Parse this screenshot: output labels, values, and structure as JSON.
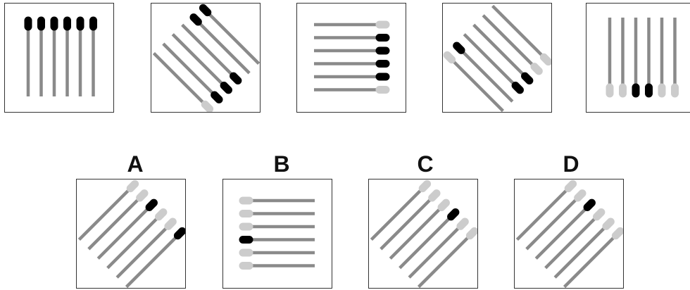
{
  "colors": {
    "stick": "#8a8a8a",
    "dark": "#000000",
    "light": "#cccccc",
    "border": "#333333"
  },
  "sequence": [
    {
      "orientation": "vertical",
      "head_end": "top",
      "heads": [
        "dark",
        "dark",
        "dark",
        "dark",
        "dark",
        "dark"
      ]
    },
    {
      "orientation": "diagonal-down",
      "head_end": "bottom-left",
      "heads": [
        "light",
        "dark",
        "dark",
        "dark",
        "dark",
        "dark"
      ]
    },
    {
      "orientation": "horizontal",
      "head_end": "right",
      "heads": [
        "light",
        "dark",
        "dark",
        "dark",
        "dark",
        "light"
      ]
    },
    {
      "orientation": "diagonal-down",
      "head_end": "top-right",
      "heads": [
        "light",
        "dark",
        "dark",
        "dark",
        "light",
        "light"
      ]
    },
    {
      "orientation": "vertical",
      "head_end": "bottom",
      "heads": [
        "light",
        "light",
        "dark",
        "dark",
        "light",
        "light"
      ]
    }
  ],
  "options": [
    {
      "label": "A",
      "orientation": "diagonal-up",
      "head_end": "top-right",
      "heads": [
        "light",
        "light",
        "dark",
        "light",
        "light",
        "dark"
      ]
    },
    {
      "label": "B",
      "orientation": "horizontal",
      "head_end": "left",
      "heads": [
        "light",
        "light",
        "light",
        "dark",
        "light",
        "light"
      ]
    },
    {
      "label": "C",
      "orientation": "diagonal-up",
      "head_end": "top-right",
      "heads": [
        "light",
        "light",
        "light",
        "dark",
        "light",
        "light"
      ]
    },
    {
      "label": "D",
      "orientation": "diagonal-up",
      "head_end": "top-right",
      "heads": [
        "light",
        "light",
        "dark",
        "light",
        "light",
        "light"
      ]
    }
  ]
}
